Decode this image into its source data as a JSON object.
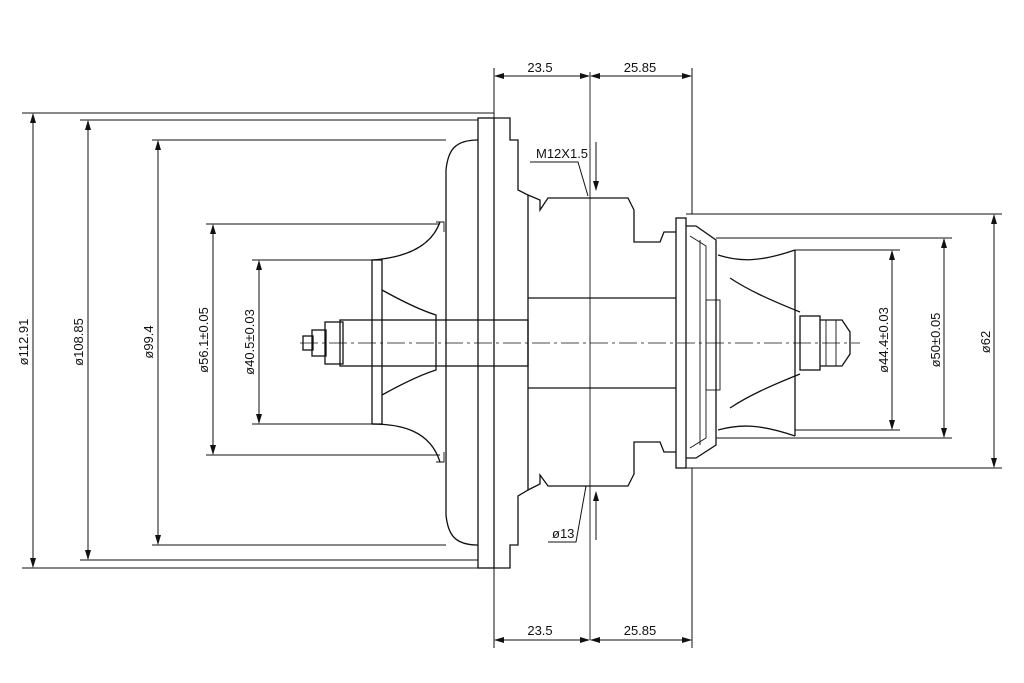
{
  "dimensions": {
    "top_left": "23.5",
    "top_right": "25.85",
    "bottom_left": "23.5",
    "bottom_right": "25.85",
    "d112": "ø112.91",
    "d108": "ø108.85",
    "d99": "ø99.4",
    "d56": "ø56.1±0.05",
    "d40": "ø40.5±0.03",
    "d44": "ø44.4±0.03",
    "d50": "ø50±0.05",
    "d62": "ø62",
    "thread": "M12X1.5",
    "d13": "ø13"
  }
}
